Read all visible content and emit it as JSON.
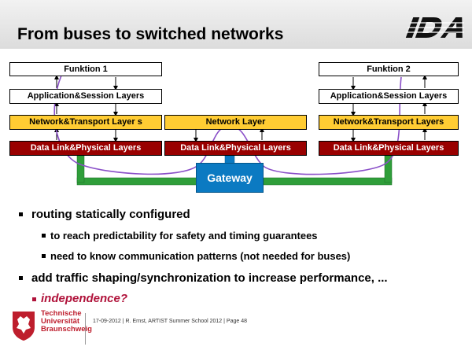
{
  "slide": {
    "title": "From buses to switched networks",
    "logo_text": "IDA"
  },
  "diagram": {
    "left_stack": {
      "funktion": "Funktion 1",
      "app_layers": "Application&Session Layers",
      "net_layer": "Network&Transport Layer s",
      "data_link": "Data Link&Physical Layers"
    },
    "middle_stack": {
      "net_layer": "Network Layer",
      "data_link": "Data Link&Physical Layers"
    },
    "right_stack": {
      "funktion": "Funktion 2",
      "app_layers": "Application&Session Layers",
      "net_layer": "Network&Transport Layers",
      "data_link": "Data Link&Physical Layers"
    },
    "gateway": "Gateway",
    "colors": {
      "network_layer": "#ffcc33",
      "data_link": "#990000",
      "gateway": "#0b7ac2",
      "bus": "#2f9e3a",
      "path": "#8a4fc8"
    }
  },
  "bullets": {
    "b1": "routing statically configured",
    "b1_sub1": "to reach predictability for safety and timing guarantees",
    "b1_sub2": "need to know communication patterns (not needed for buses)",
    "b2": "add traffic shaping/synchronization to increase performance, ...",
    "b3": "independence?"
  },
  "footer": {
    "text": "17-09-2012 | R. Ernst, ARTIST Summer School 2012 | Page 48",
    "uni_line1": "Technische",
    "uni_line2": "Universität",
    "uni_line3": "Braunschweig"
  }
}
